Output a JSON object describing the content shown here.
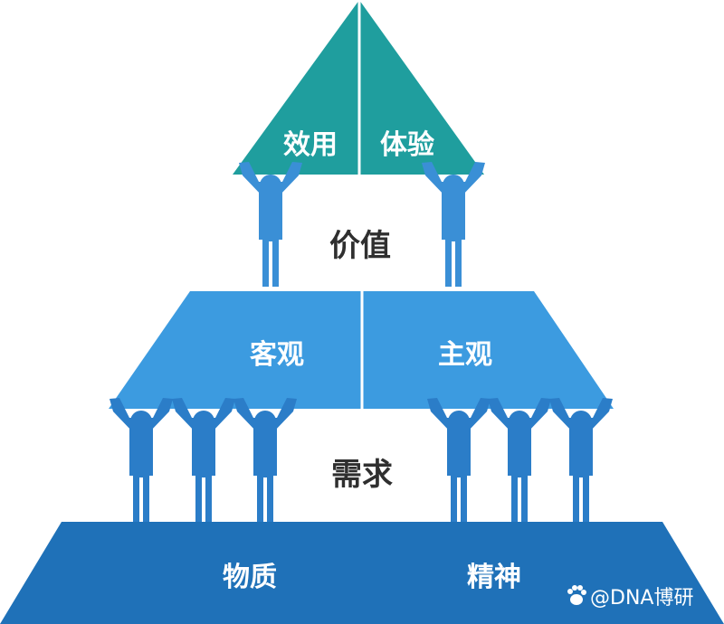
{
  "labels": {
    "apex_left": "效用",
    "apex_right": "体验",
    "value": "价值",
    "mid_left": "客观",
    "mid_right": "主观",
    "need": "需求",
    "base_left": "物质",
    "base_right": "精神"
  },
  "watermark": {
    "text": "@DNA博研",
    "icon": "paw-icon"
  },
  "colors": {
    "apex": "#1f9e9e",
    "middle": "#3c9be0",
    "base": "#1f71b8",
    "figures_upper": "#3a8fd6",
    "figures_lower": "#2b7dc8",
    "text_dark": "#2f2f2f"
  }
}
